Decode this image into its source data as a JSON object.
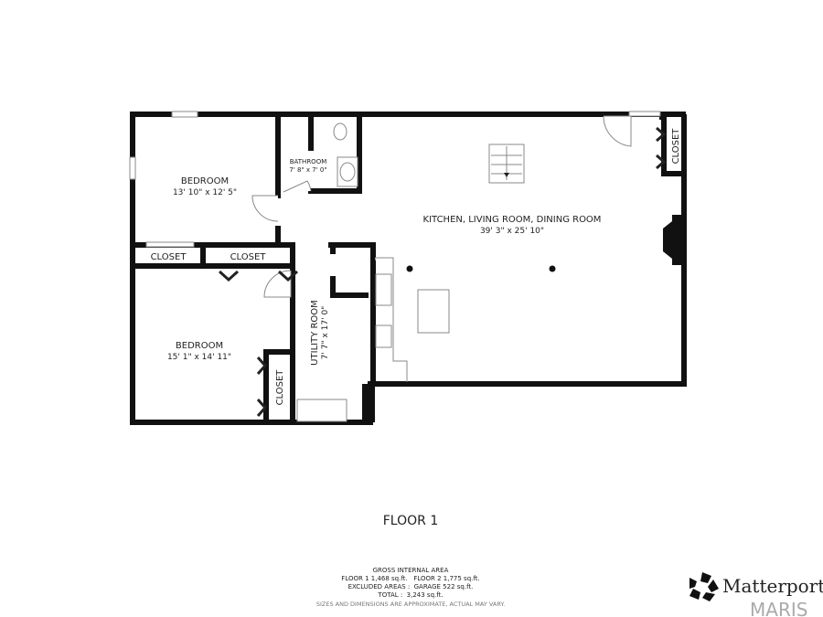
{
  "rooms": {
    "bedroom1": {
      "name": "BEDROOM",
      "dims": "13' 10\" x 12' 5\""
    },
    "bathroom": {
      "name": "BATHROOM",
      "dims": "7' 8\" x 7' 0\""
    },
    "main": {
      "name": "KITCHEN, LIVING ROOM, DINING ROOM",
      "dims": "39' 3\" x 25' 10\""
    },
    "closet1": {
      "name": "CLOSET"
    },
    "closet2": {
      "name": "CLOSET"
    },
    "closet3": {
      "name": "CLOSET"
    },
    "closet4": {
      "name": "CLOSET"
    },
    "bedroom2": {
      "name": "BEDROOM",
      "dims": "15' 1\" x 14' 11\""
    },
    "utility": {
      "name": "UTILITY ROOM",
      "dims": "7' 7\" x 17' 0\""
    }
  },
  "floor_label": "FLOOR 1",
  "area": {
    "heading": "GROSS INTERNAL AREA",
    "line1": "FLOOR 1 1,468 sq.ft.   FLOOR 2 1,775 sq.ft.",
    "line2": "EXCLUDED AREAS :  GARAGE 522 sq.ft.",
    "line3": "TOTAL :  3,243 sq.ft.",
    "disclaimer": "SIZES AND DIMENSIONS ARE APPROXIMATE, ACTUAL MAY VARY."
  },
  "logo": {
    "text": "Matterport",
    "watermark": "MARIS"
  },
  "colors": {
    "wall": "#111111",
    "background": "#ffffff"
  }
}
